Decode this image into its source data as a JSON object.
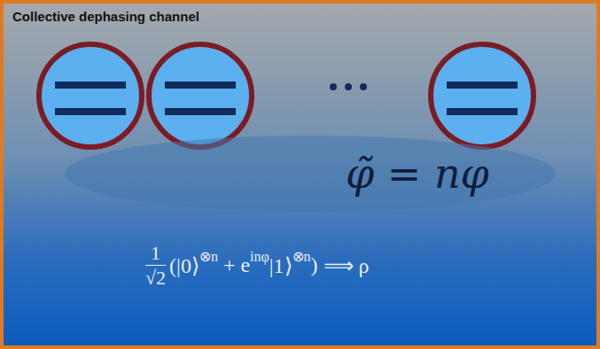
{
  "diagram": {
    "title": "Collective dephasing channel",
    "nodes": [
      {
        "text": [
          "φ̃ = nφ"
        ]
      }
    ],
    "labels": [
      "1",
      "√2",
      "(|0⟩",
      "⊗n",
      " + e",
      "inφ",
      "|1⟩",
      "⊗n",
      ")",
      " ⟹ ρ"
    ]
  }
}
